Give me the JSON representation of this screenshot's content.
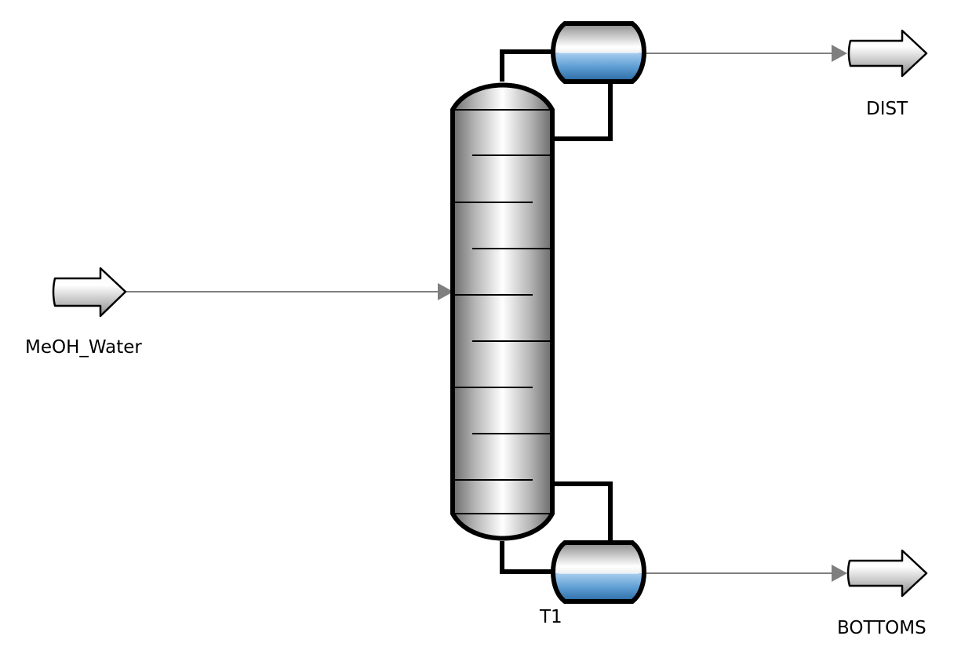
{
  "flowsheet": {
    "block": {
      "name": "T1",
      "stages_drawn": 8,
      "colors": {
        "vessel_outline": "#000000",
        "liquid": "#5f9fd4",
        "stream_line": "#7f7f7f",
        "pipe": "#000000"
      }
    },
    "streams": {
      "feed": {
        "name": "MeOH_Water"
      },
      "distillate": {
        "name": "DIST"
      },
      "bottoms": {
        "name": "BOTTOMS"
      }
    },
    "icons": [
      "feed-arrow-icon",
      "product-arrow-icon",
      "column-icon",
      "condenser-drum-icon",
      "reboiler-drum-icon"
    ]
  }
}
